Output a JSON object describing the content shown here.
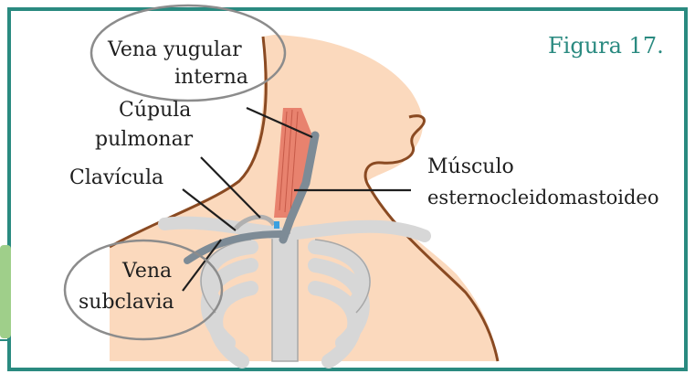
{
  "figure": {
    "title": "Figura 17.",
    "accent_color": "#2a8a80"
  },
  "colors": {
    "skin": "#fbd9bd",
    "outline": "#8a4a22",
    "bone": "#d7d7d7",
    "bone_edge": "#a8a8a8",
    "muscle": "#e8826e",
    "vein": "#7d8b96",
    "leader": "#1e1e1e",
    "circle": "#8c8c8c",
    "tab": "#9fcf8a"
  },
  "labels": {
    "vena_yugular_line1": "Vena yugular",
    "vena_yugular_line2": "interna",
    "cupula_line1": "Cúpula",
    "cupula_line2": "pulmonar",
    "clavicula": "Clavícula",
    "musculo_line1": "Músculo",
    "musculo_line2": "esternocleidomastoideo",
    "vena_subclavia_line1": "Vena",
    "vena_subclavia_line2": "subclavia"
  }
}
